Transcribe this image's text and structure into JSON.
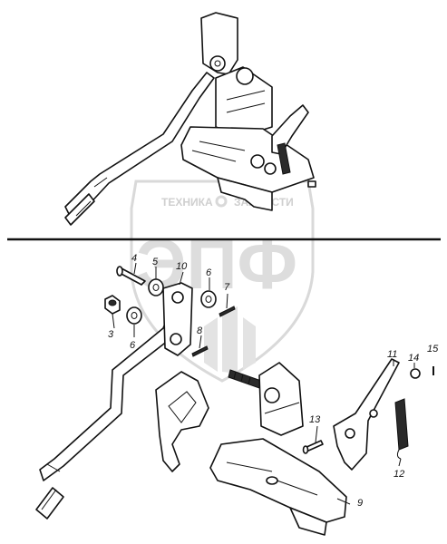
{
  "watermark": {
    "top_text": "ТЕХНИКА",
    "top_text_2": "ЗАПЧАСТИ",
    "logo_text": "ЭПФ"
  },
  "callouts": {
    "c3": "3",
    "c4": "4",
    "c5": "5",
    "c6a": "6",
    "c6b": "6",
    "c7": "7",
    "c8": "8",
    "c9": "9",
    "c10": "10",
    "c11": "11",
    "c12": "12",
    "c13": "13",
    "c14": "14",
    "c15": "15"
  }
}
